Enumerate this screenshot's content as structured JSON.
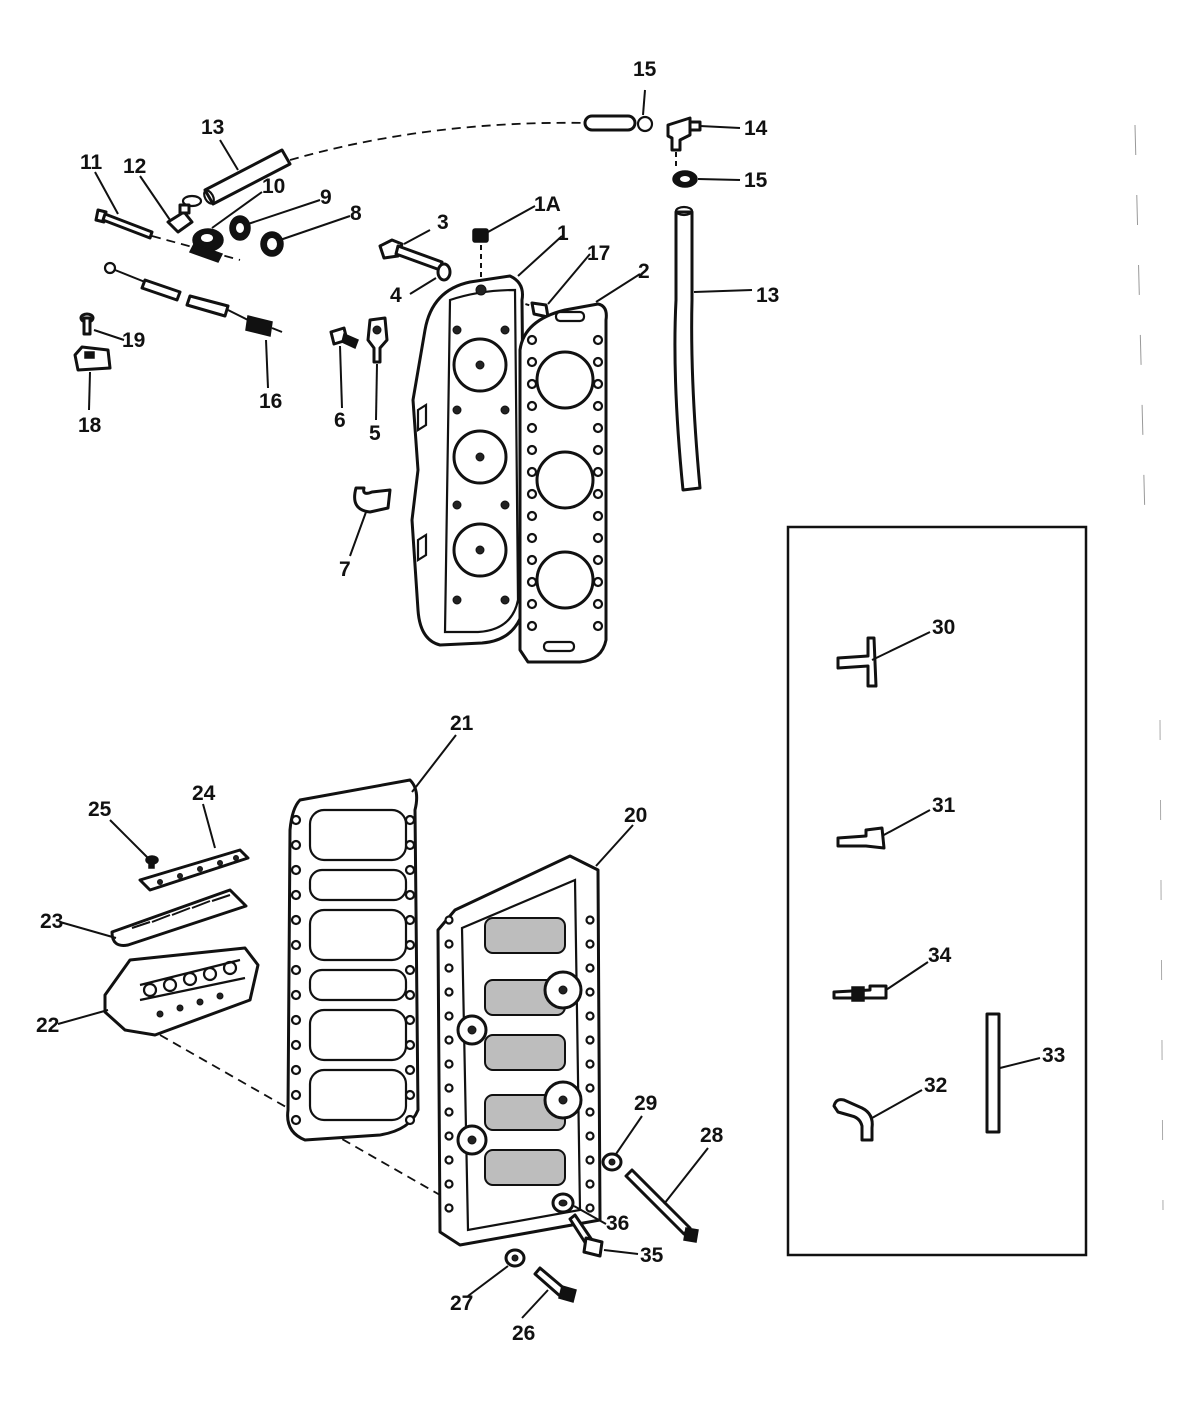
{
  "diagram": {
    "callouts": [
      {
        "id": "c-15a",
        "text": "15"
      },
      {
        "id": "c-13a",
        "text": "13"
      },
      {
        "id": "c-14",
        "text": "14"
      },
      {
        "id": "c-15b",
        "text": "15"
      },
      {
        "id": "c-11",
        "text": "11"
      },
      {
        "id": "c-12",
        "text": "12"
      },
      {
        "id": "c-10",
        "text": "10"
      },
      {
        "id": "c-9",
        "text": "9"
      },
      {
        "id": "c-8",
        "text": "8"
      },
      {
        "id": "c-3",
        "text": "3"
      },
      {
        "id": "c-1A",
        "text": "1A"
      },
      {
        "id": "c-1",
        "text": "1"
      },
      {
        "id": "c-17",
        "text": "17"
      },
      {
        "id": "c-2",
        "text": "2"
      },
      {
        "id": "c-13b",
        "text": "13"
      },
      {
        "id": "c-4",
        "text": "4"
      },
      {
        "id": "c-19",
        "text": "19"
      },
      {
        "id": "c-16",
        "text": "16"
      },
      {
        "id": "c-18",
        "text": "18"
      },
      {
        "id": "c-6",
        "text": "6"
      },
      {
        "id": "c-5",
        "text": "5"
      },
      {
        "id": "c-7",
        "text": "7"
      },
      {
        "id": "c-30",
        "text": "30"
      },
      {
        "id": "c-21",
        "text": "21"
      },
      {
        "id": "c-31",
        "text": "31"
      },
      {
        "id": "c-25",
        "text": "25"
      },
      {
        "id": "c-24",
        "text": "24"
      },
      {
        "id": "c-20",
        "text": "20"
      },
      {
        "id": "c-23",
        "text": "23"
      },
      {
        "id": "c-34",
        "text": "34"
      },
      {
        "id": "c-22",
        "text": "22"
      },
      {
        "id": "c-33",
        "text": "33"
      },
      {
        "id": "c-32",
        "text": "32"
      },
      {
        "id": "c-29",
        "text": "29"
      },
      {
        "id": "c-28",
        "text": "28"
      },
      {
        "id": "c-36",
        "text": "36"
      },
      {
        "id": "c-35",
        "text": "35"
      },
      {
        "id": "c-27",
        "text": "27"
      },
      {
        "id": "c-26",
        "text": "26"
      }
    ]
  }
}
